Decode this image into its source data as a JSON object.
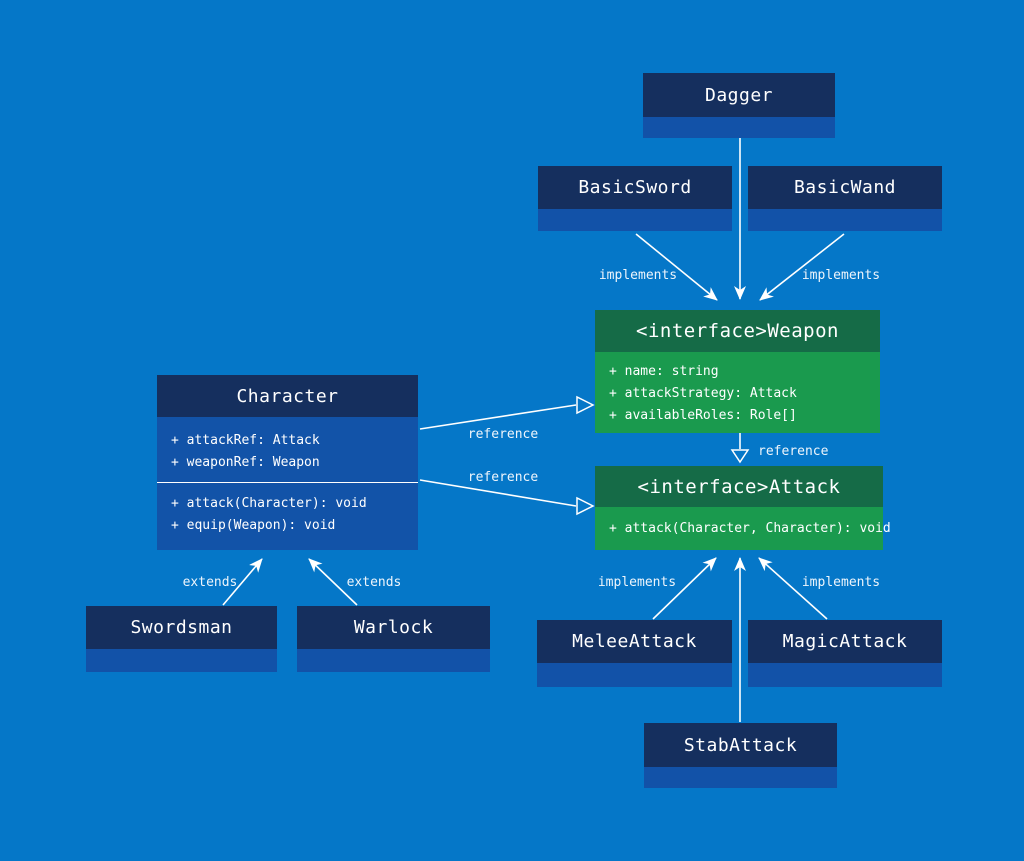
{
  "diagram": {
    "background": "#0577c8",
    "colors": {
      "class_header": "#152f5e",
      "class_strip": "#1252a8",
      "interface_header": "#156b47",
      "interface_body": "#1a9a4e",
      "edge_line": "#ffffff",
      "text": "#ffffff"
    },
    "nodes": {
      "dagger": "Dagger",
      "basic_sword": "BasicSword",
      "basic_wand": "BasicWand",
      "swordsman": "Swordsman",
      "warlock": "Warlock",
      "melee_attack": "MeleeAttack",
      "magic_attack": "MagicAttack",
      "stab_attack": "StabAttack"
    },
    "character": {
      "title": "Character",
      "attributes": [
        "+ attackRef: Attack",
        "+ weaponRef: Weapon"
      ],
      "methods": [
        "+ attack(Character): void",
        "+ equip(Weapon): void"
      ]
    },
    "weapon_interface": {
      "title": "<interface>Weapon",
      "members": [
        "+ name: string",
        "+ attackStrategy: Attack",
        "+ availableRoles: Role[]"
      ]
    },
    "attack_interface": {
      "title": "<interface>Attack",
      "members": [
        "+ attack(Character, Character): void"
      ]
    },
    "labels": {
      "implements": "implements",
      "extends": "extends",
      "reference": "reference"
    }
  }
}
